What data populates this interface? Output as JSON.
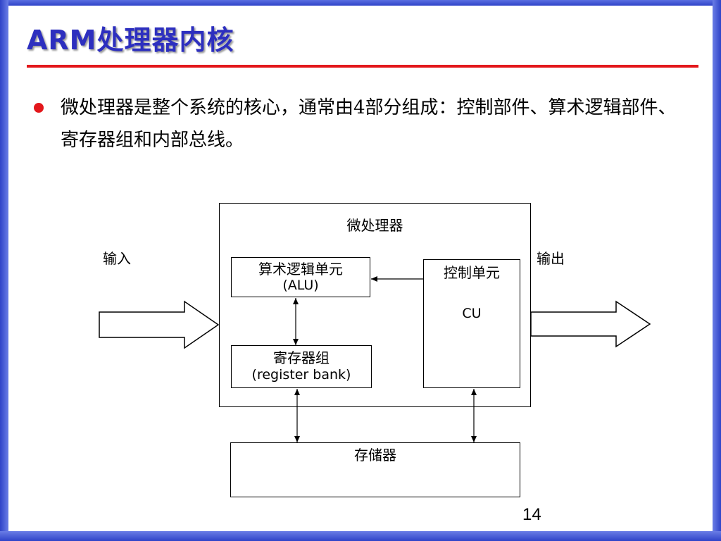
{
  "slide": {
    "title": "ARM处理器内核",
    "bullet": "微处理器是整个系统的核心，通常由4部分组成：控制部件、算术逻辑部件、寄存器组和内部总线。",
    "page_number": "14"
  },
  "diagram": {
    "processor_label": "微处理器",
    "input_label": "输入",
    "output_label": "输出",
    "alu_label_line1": "算术逻辑单元",
    "alu_label_line2": "(ALU)",
    "register_label_line1": "寄存器组",
    "register_label_line2": "(register bank)",
    "control_label_line1": "控制单元",
    "control_label_line2": "CU",
    "memory_label": "存储器"
  },
  "colors": {
    "title": "#2d2fbf",
    "rule": "#e3171b",
    "frame": "#2f43c8"
  }
}
